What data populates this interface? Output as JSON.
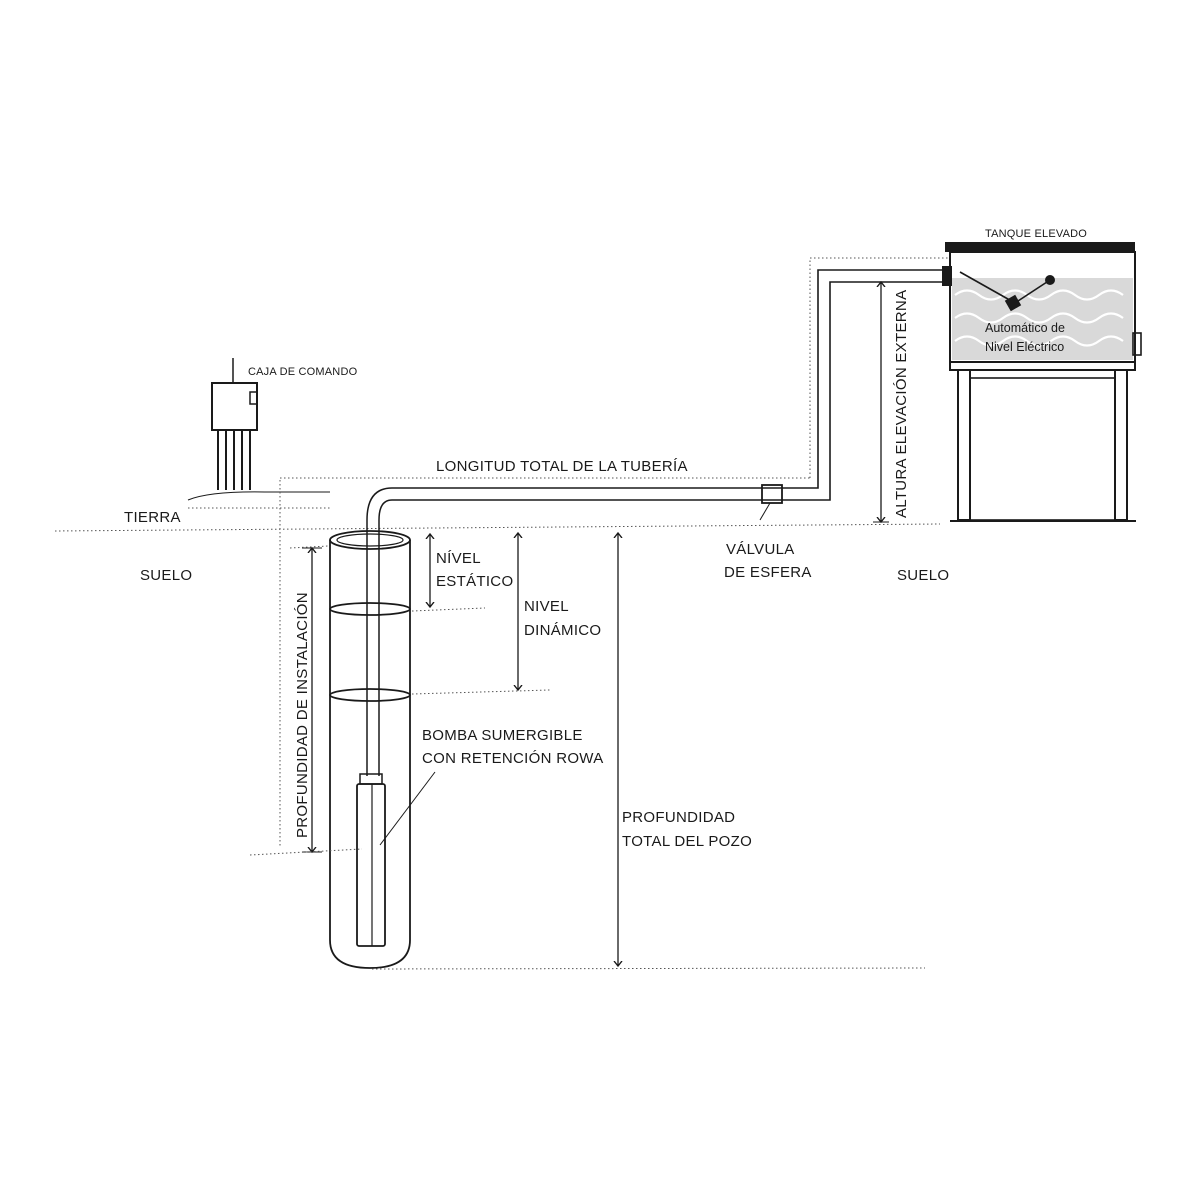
{
  "labels": {
    "tank": "TANQUE ELEVADO",
    "level_switch_line1": "Automático de",
    "level_switch_line2": "Nivel Eléctrico",
    "control_box": "CAJA DE COMANDO",
    "pipe_length": "LONGITUD TOTAL DE LA TUBERÍA",
    "external_height": "ALTURA ELEVACIÓN EXTERNA",
    "earth": "TIERRA",
    "ground_left": "SUELO",
    "ground_right": "SUELO",
    "valve_line1": "VÁLVULA",
    "valve_line2": "DE ESFERA",
    "static_level_line1": "NÍVEL",
    "static_level_line2": "ESTÁTICO",
    "dynamic_level_line1": "NIVEL",
    "dynamic_level_line2": "DINÁMICO",
    "pump_line1": "BOMBA SUMERGIBLE",
    "pump_line2": "CON RETENCIÓN ROWA",
    "install_depth": "PROFUNDIDAD DE INSTALACIÓN",
    "well_depth_line1": "PROFUNDIDAD",
    "well_depth_line2": "TOTAL DEL POZO"
  },
  "colors": {
    "line": "#1a1a1a",
    "water": "#d9d9d9",
    "wave": "#ffffff"
  }
}
